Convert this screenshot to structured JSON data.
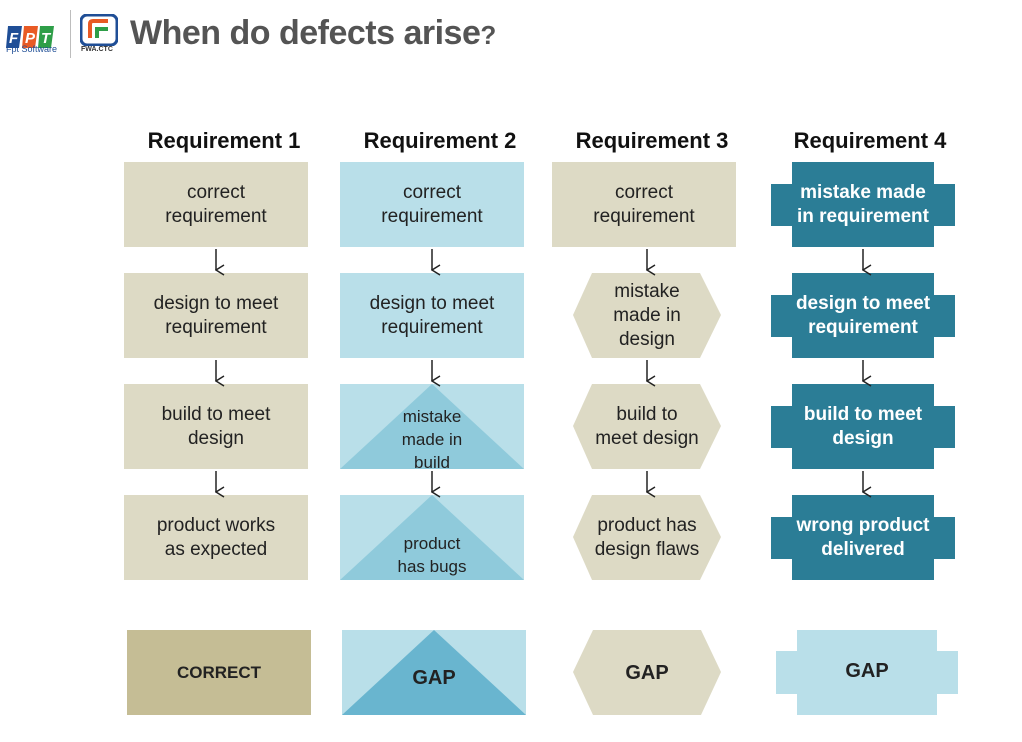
{
  "header": {
    "title": "When do defects arise",
    "title_mark": "?",
    "logo_left_text": "Fpt Software",
    "logo_right_text": "FWA.CTC"
  },
  "columns": [
    {
      "heading": "Requirement 1",
      "steps": [
        "correct\nrequirement",
        "design to meet\nrequirement",
        "build to meet\ndesign",
        "product works\nas expected"
      ],
      "outcome": "CORRECT"
    },
    {
      "heading": "Requirement 2",
      "steps": [
        "correct\nrequirement",
        "design to meet\nrequirement",
        "mistake\nmade in\nbuild",
        "product\nhas bugs"
      ],
      "outcome": "GAP"
    },
    {
      "heading": "Requirement 3",
      "steps": [
        "correct\nrequirement",
        "mistake\nmade in\ndesign",
        "build to\nmeet design",
        "product has\ndesign flaws"
      ],
      "outcome": "GAP"
    },
    {
      "heading": "Requirement 4",
      "steps": [
        "mistake made\nin requirement",
        "design to meet\nrequirement",
        "build to meet\ndesign",
        "wrong product\ndelivered"
      ],
      "outcome": "GAP"
    }
  ],
  "colors": {
    "beige": "#dddac5",
    "beige_dark": "#c5bd95",
    "light_blue": "#b9dfe9",
    "mid_blue": "#8fcadb",
    "blue_triangle": "#69b5cf",
    "teal": "#2b7d96",
    "title": "#545454"
  }
}
